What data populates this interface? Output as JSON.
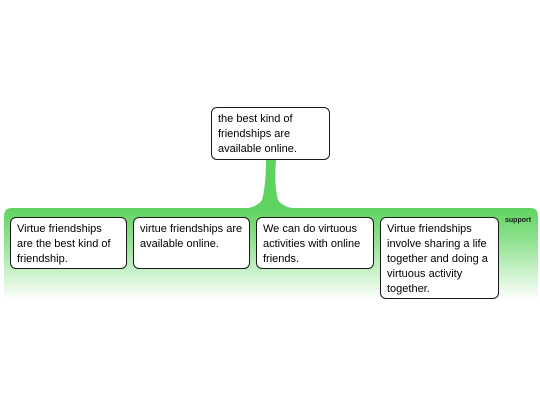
{
  "colors": {
    "band_top": "#5fd35f",
    "band_bottom": "#ffffff",
    "stem": "#5fd35f",
    "node_border": "#1a1a1a"
  },
  "root": {
    "text": "the best kind of friendships are available online."
  },
  "relation_label": "support",
  "children": [
    {
      "text": "Virtue friendships are the best kind of friendship."
    },
    {
      "text": "virtue friendships are available online."
    },
    {
      "text": "We can do virtuous activities with online friends."
    },
    {
      "text": "Virtue friendships involve sharing a life together and doing a virtuous activity together."
    }
  ]
}
